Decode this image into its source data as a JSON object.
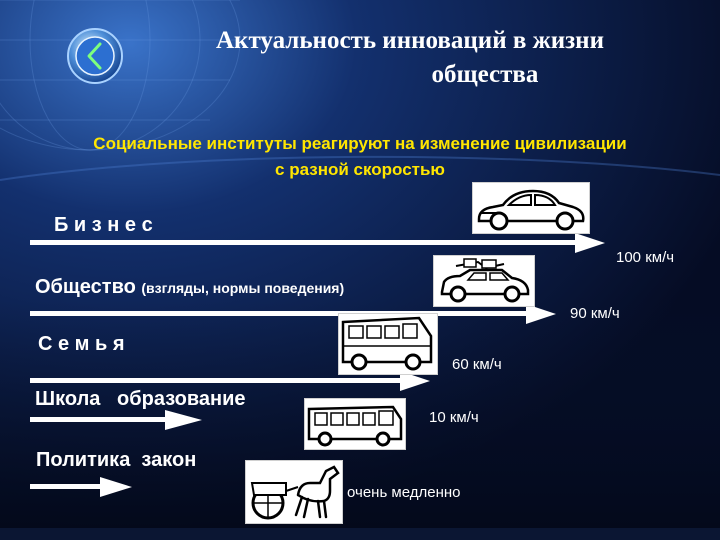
{
  "slide": {
    "title_line1": "Актуальность инноваций в жизни",
    "title_line2": "общества",
    "subtitle_line1": "Социальные институты реагируют на изменение цивилизации",
    "subtitle_line2": "с разной скоростью"
  },
  "rows": [
    {
      "label": "Б и з н е с",
      "speed": "100 км/ч",
      "picture": "car-icon"
    },
    {
      "label": "Общество",
      "note": "(взгляды, нормы поведения)",
      "speed": "90 км/ч",
      "picture": "car-with-luggage-icon"
    },
    {
      "label": "С е м ь я",
      "speed": "60 км/ч",
      "picture": "bus-icon"
    },
    {
      "label": "Школа   образование",
      "speed": "10 км/ч",
      "picture": "old-bus-icon"
    },
    {
      "label": "Политика  закон",
      "speed": "очень медленно",
      "picture": "horse-cart-icon"
    }
  ],
  "colors": {
    "background": "#0a1a40",
    "title": "#ffffff",
    "subtitle": "#ffe600",
    "arrow": "#ffffff"
  },
  "navigation": {
    "back_icon": "chevron-left-icon"
  }
}
